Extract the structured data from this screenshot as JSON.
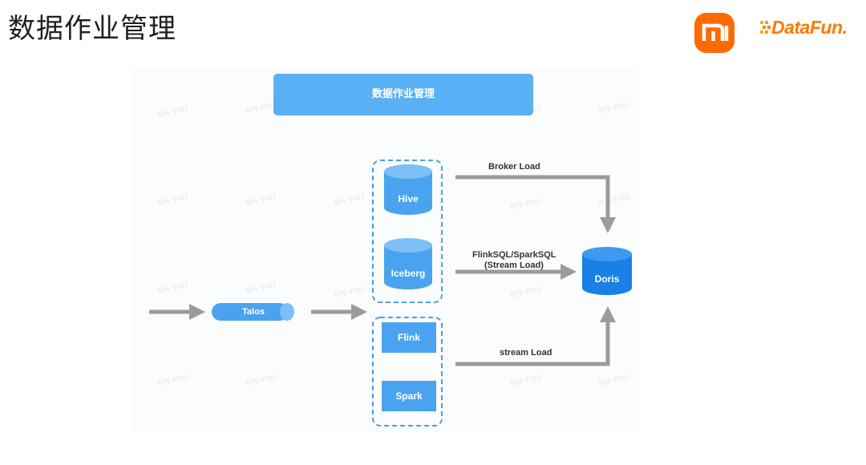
{
  "header": {
    "title": "数据作业管理",
    "logo_right_text": "DataFun."
  },
  "diagram": {
    "banner": "数据作业管理",
    "nodes": {
      "hive": "Hive",
      "iceberg": "Iceberg",
      "flink": "Flink",
      "spark": "Spark",
      "talos": "Talos",
      "doris": "Doris"
    },
    "edges": {
      "broker_load": "Broker Load",
      "flink_spark_sql": "FlinkSQL/SparkSQL",
      "stream_load_paren": "(Stream Load)",
      "stream_load": "stream Load"
    },
    "watermark": "彭丹 9783"
  },
  "colors": {
    "brand_orange": "#ff6a00",
    "datafun_orange": "#ff7a00",
    "banner_blue": "#5ab0f5",
    "node_blue": "#4aa3ee",
    "doris_blue": "#1a7fe6",
    "arrow_gray": "#9b9b9b",
    "dashed_border": "#4a9fe8"
  }
}
